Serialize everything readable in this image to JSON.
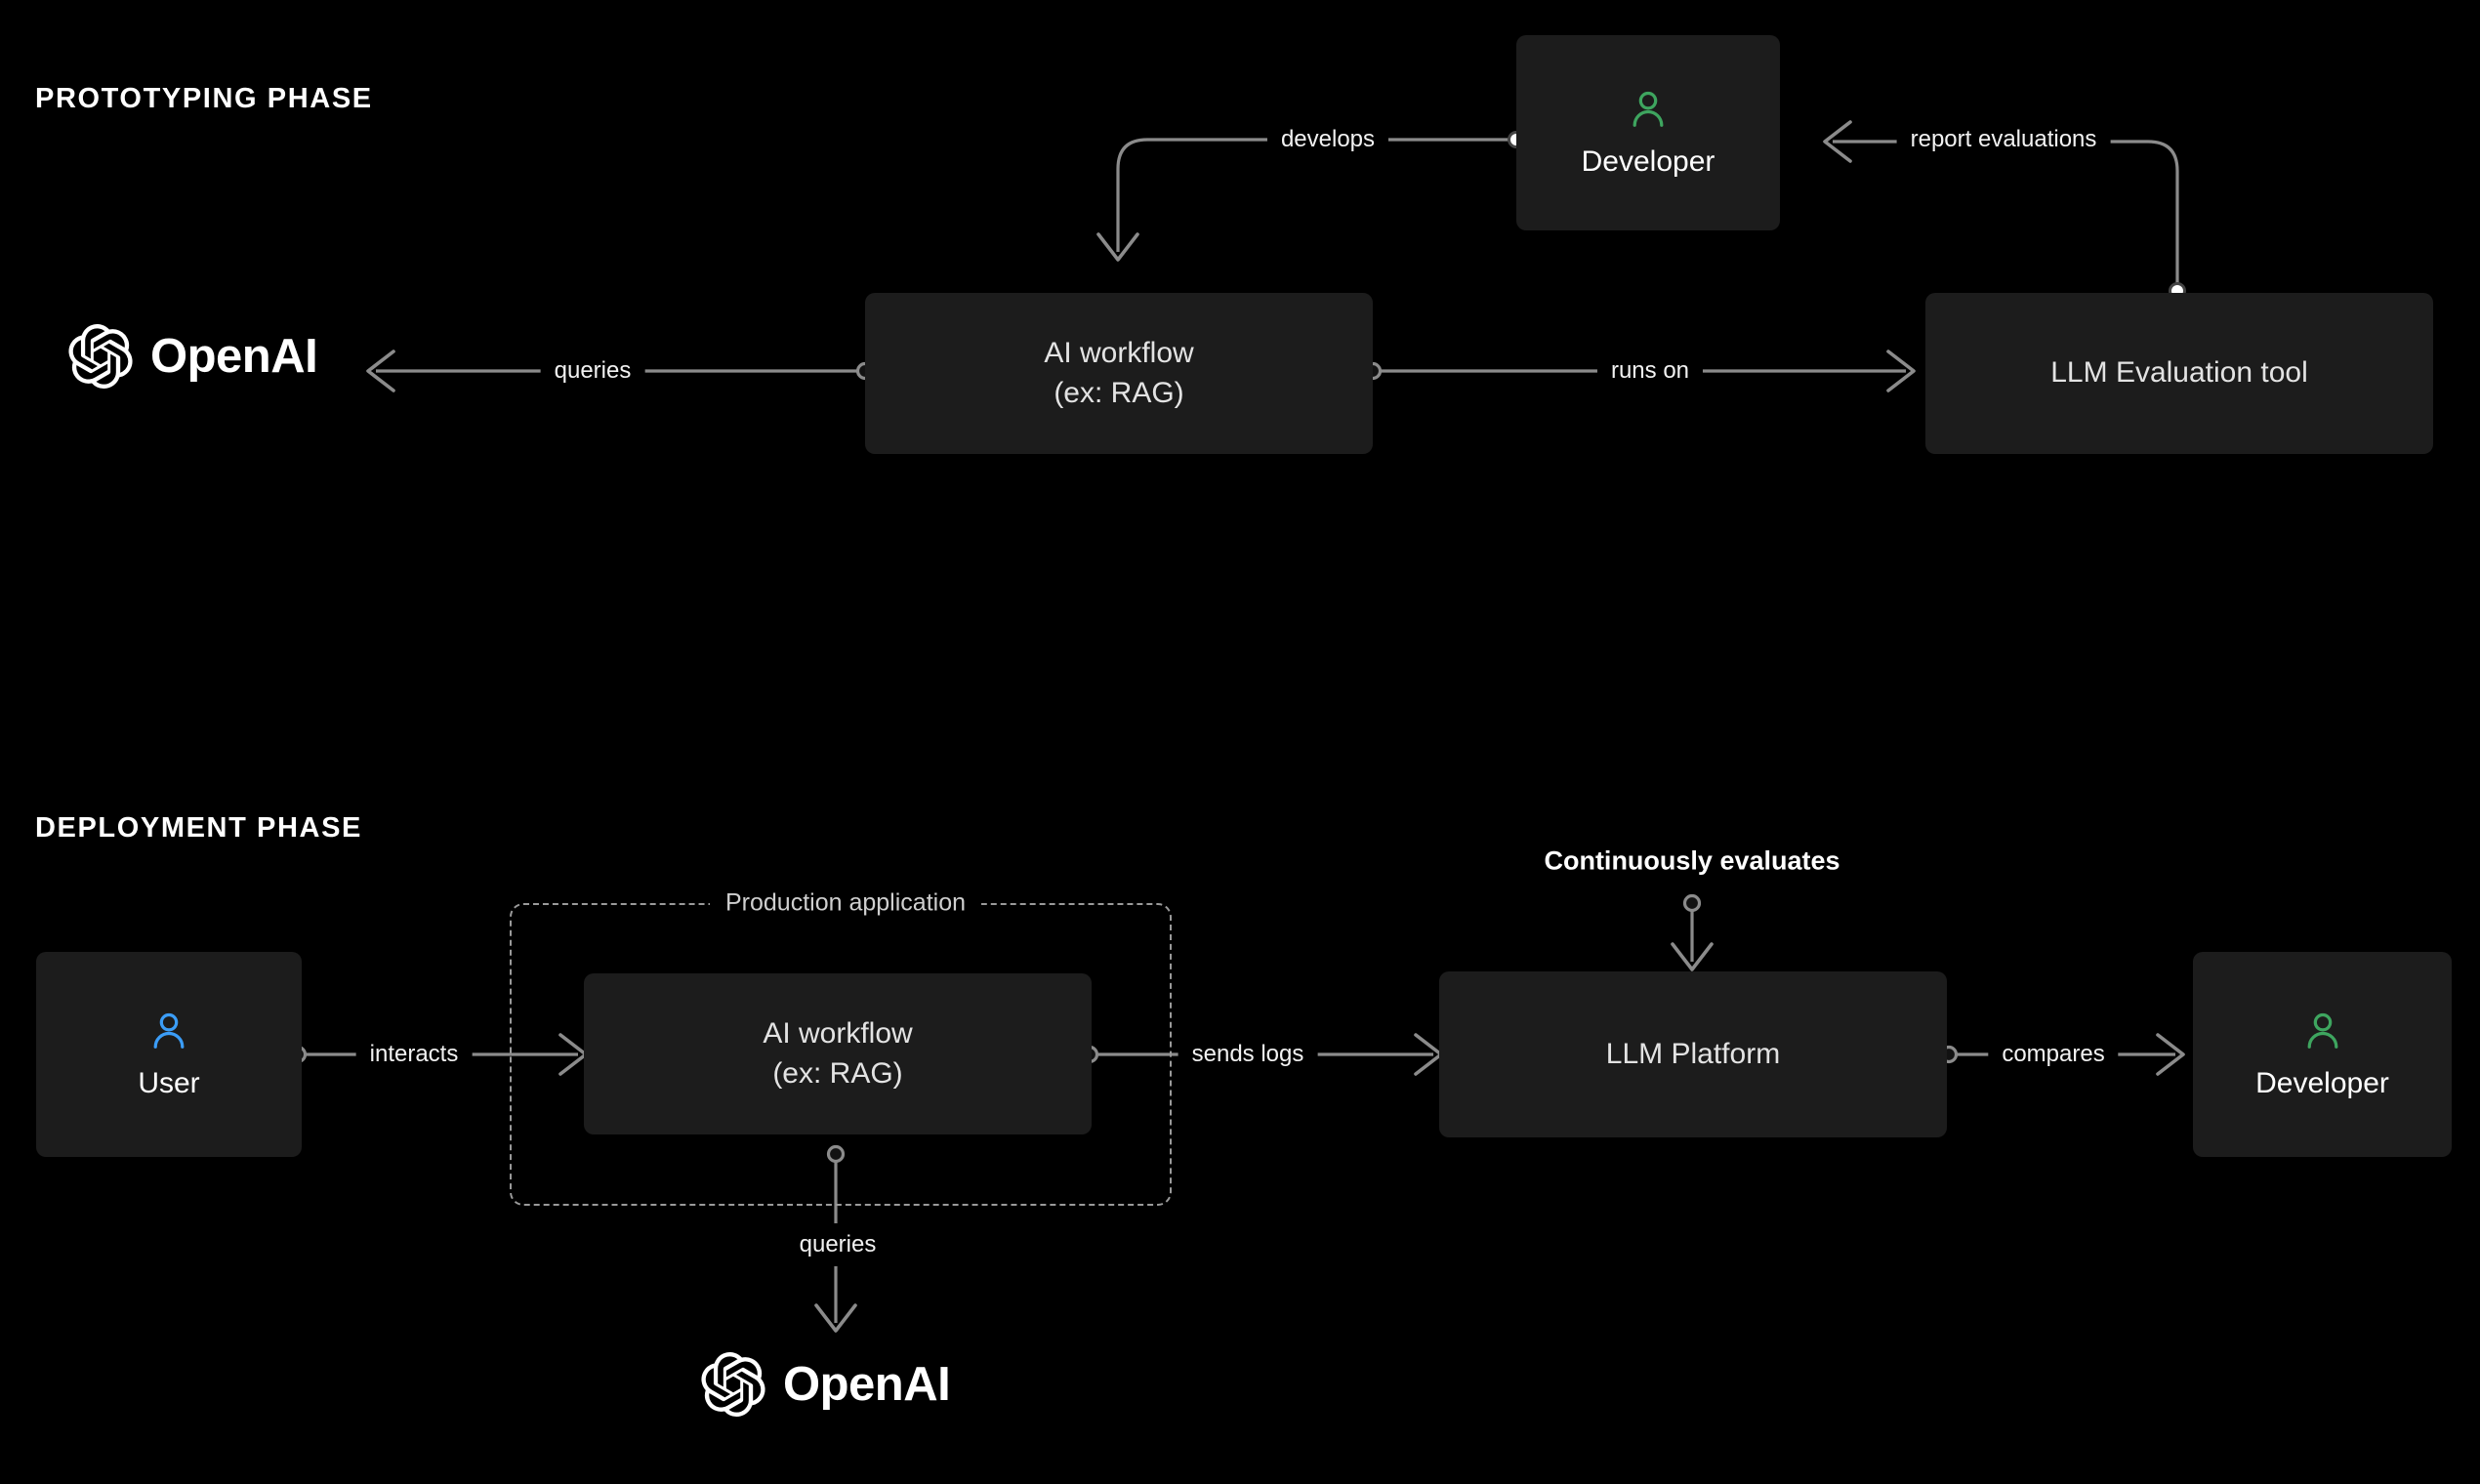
{
  "diagram": {
    "background": "#000000",
    "node_fill": "#1c1c1c",
    "wire_color": "#8b8b8b",
    "accent_green": "#3ea55f",
    "accent_blue": "#3b9df7"
  },
  "phases": [
    {
      "id": "prototyping",
      "title": "PROTOTYPING PHASE"
    },
    {
      "id": "deployment",
      "title": "DEPLOYMENT PHASE"
    }
  ],
  "brands": [
    {
      "id": "openai-top",
      "name": "OpenAI",
      "icon": "openai-logo"
    },
    {
      "id": "openai-bottom",
      "name": "OpenAI",
      "icon": "openai-logo"
    }
  ],
  "nodes": [
    {
      "id": "developer-top",
      "label": "Developer",
      "icon": "person-icon",
      "icon_color": "#3ea55f"
    },
    {
      "id": "ai-workflow-top",
      "label": "AI workflow\n(ex: RAG)"
    },
    {
      "id": "llm-eval-tool",
      "label": "LLM Evaluation tool"
    },
    {
      "id": "user",
      "label": "User",
      "icon": "person-icon",
      "icon_color": "#3b9df7"
    },
    {
      "id": "ai-workflow-bottom",
      "label": "AI workflow\n(ex: RAG)"
    },
    {
      "id": "llm-platform",
      "label": "LLM Platform"
    },
    {
      "id": "developer-bottom",
      "label": "Developer",
      "icon": "person-icon",
      "icon_color": "#3ea55f"
    }
  ],
  "groups": [
    {
      "id": "production-application",
      "title": "Production application"
    }
  ],
  "edges": [
    {
      "id": "develops",
      "label": "develops",
      "from": "developer-top",
      "to": "ai-workflow-top"
    },
    {
      "id": "report-evaluations",
      "label": "report evaluations",
      "from": "llm-eval-tool",
      "to": "developer-top"
    },
    {
      "id": "queries-top",
      "label": "queries",
      "from": "ai-workflow-top",
      "to": "openai-top"
    },
    {
      "id": "runs-on",
      "label": "runs on",
      "from": "ai-workflow-top",
      "to": "llm-eval-tool"
    },
    {
      "id": "interacts",
      "label": "interacts",
      "from": "user",
      "to": "ai-workflow-bottom"
    },
    {
      "id": "sends-logs",
      "label": "sends logs",
      "from": "ai-workflow-bottom",
      "to": "llm-platform"
    },
    {
      "id": "compares",
      "label": "compares",
      "from": "llm-platform",
      "to": "developer-bottom"
    },
    {
      "id": "queries-bottom",
      "label": "queries",
      "from": "ai-workflow-bottom",
      "to": "openai-bottom"
    },
    {
      "id": "continuously-evaluates",
      "label": "Continuously evaluates",
      "from": "",
      "to": "llm-platform"
    }
  ]
}
